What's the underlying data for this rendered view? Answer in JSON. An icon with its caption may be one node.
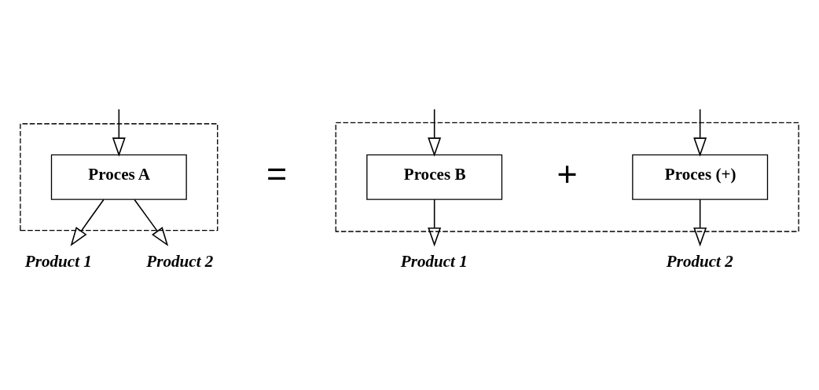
{
  "diagram": {
    "nodes": [
      {
        "text": [],
        "shape": "box"
      },
      {
        "text": [
          "Proces A"
        ],
        "in": 0
      },
      {
        "text": [
          "Product 1"
        ]
      },
      {
        "text": [
          "Product 2"
        ]
      },
      {
        "text": [],
        "shape": "box"
      },
      {
        "text": [
          "Proces B"
        ],
        "in": 4
      },
      {
        "text": [
          "Proces (+)"
        ],
        "in": 4
      },
      {
        "text": [
          "Product 1"
        ]
      },
      {
        "text": [
          "Product 2"
        ]
      }
    ],
    "edges": [
      {
        "from": null,
        "to": 1,
        "arrow": "to"
      },
      {
        "from": 1,
        "to": 2,
        "arrow": "to"
      },
      {
        "from": 1,
        "to": 3,
        "arrow": "to"
      },
      {
        "from": null,
        "to": 5,
        "arrow": "to"
      },
      {
        "from": null,
        "to": 6,
        "arrow": "to"
      },
      {
        "from": 5,
        "to": 7,
        "arrow": "to"
      },
      {
        "from": 6,
        "to": 8,
        "arrow": "to"
      }
    ],
    "labels": [
      "=",
      "+"
    ]
  }
}
